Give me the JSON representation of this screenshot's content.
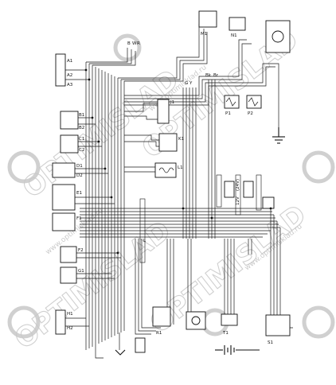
{
  "watermark": {
    "brand": "OPTIMISLAD",
    "url": "www.optimisklad.ru",
    "logo_icon": "optimisklad-ring-logo"
  },
  "colors": {
    "line": "#111111",
    "background": "#ffffff",
    "watermark": "#c4c4c4"
  },
  "labels": {
    "l01": "A1",
    "l02": "A2",
    "l03": "A3",
    "l04": "B1",
    "l05": "B2",
    "l06": "C1",
    "l07": "C2",
    "l08": "D1",
    "l09": "D2",
    "l10": "E1",
    "l11": "F1",
    "l12": "F2",
    "l13": "G1",
    "l14": "H1",
    "l15": "H2",
    "l16": "J1",
    "l17": "K1",
    "l18": "L1",
    "l19": "M1",
    "l20": "N1",
    "l21": "P1",
    "l22": "P2",
    "l23": "R1",
    "l24": "S1",
    "l25": "T1",
    "l26": "12V",
    "l27": "(24V)",
    "l28": "B",
    "l29": "W",
    "l30": "R",
    "l31": "G",
    "l32": "Y",
    "l33": "Bk",
    "l34": "Br",
    "l35": "L"
  }
}
